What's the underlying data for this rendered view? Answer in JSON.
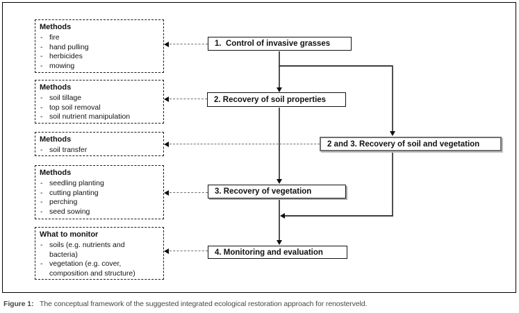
{
  "figure": {
    "caption_label": "Figure 1:",
    "caption_text": "The conceptual framework of the suggested integrated ecological restoration approach for renosterveld."
  },
  "method_boxes": [
    {
      "title": "Methods",
      "items": [
        "fire",
        "hand pulling",
        "herbicides",
        "mowing"
      ]
    },
    {
      "title": "Methods",
      "items": [
        "soil tillage",
        "top soil removal",
        "soil nutrient manipulation"
      ]
    },
    {
      "title": "Methods",
      "items": [
        "soil transfer"
      ]
    },
    {
      "title": "Methods",
      "items": [
        "seedling planting",
        "cutting planting",
        "perching",
        "seed sowing"
      ]
    },
    {
      "title": "What to monitor",
      "items": [
        "soils (e.g. nutrients and bacteria)",
        "vegetation (e.g. cover, composition and structure)"
      ]
    }
  ],
  "flow_boxes": [
    {
      "label": "1.  Control of invasive grasses"
    },
    {
      "label": "2. Recovery of soil properties"
    },
    {
      "label": "2 and 3. Recovery of soil and vegetation"
    },
    {
      "label": "3. Recovery of vegetation"
    },
    {
      "label": "4. Monitoring and evaluation"
    }
  ],
  "bullet_char": "-",
  "colors": {
    "line_gray": "#4f4f4f",
    "dashed_connector_gray": "#6e6e6e",
    "arrowhead_black": "#0d0d0d",
    "box_border_black": "#111111",
    "gray_box_border": "#6f6f6f",
    "caption_gray": "#474747",
    "background": "#ffffff"
  }
}
